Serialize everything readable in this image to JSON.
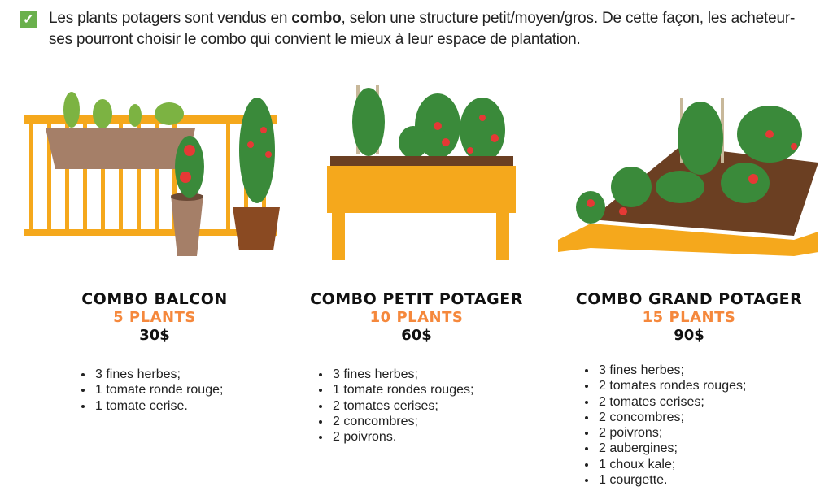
{
  "intro": {
    "before": "Les plants potagers sont vendus en ",
    "bold": "combo",
    "after": ", selon une structure petit/moyen/gros. De cette façon, les acheteur-ses pourront choisir le combo qui convient le mieux à leur espace de plantation."
  },
  "colors": {
    "accent": "#f5883c",
    "wood": "#f5a81c",
    "soil": "#7a4a2a",
    "check": "#6ab04c"
  },
  "combos": [
    {
      "title": "COMBO BALCON",
      "plants": "5 PLANTS",
      "price": "30$",
      "items": [
        "3 fines herbes;",
        "1 tomate ronde rouge;",
        "1 tomate cerise."
      ]
    },
    {
      "title": "COMBO PETIT POTAGER",
      "plants": "10 PLANTS",
      "price": "60$",
      "items": [
        "3 fines herbes;",
        "1 tomate rondes rouges;",
        "2 tomates cerises;",
        "2 concombres;",
        "2 poivrons."
      ]
    },
    {
      "title": "COMBO GRAND POTAGER",
      "plants": "15 PLANTS",
      "price": "90$",
      "items": [
        "3 fines herbes;",
        "2 tomates rondes rouges;",
        "2 tomates cerises;",
        "2 concombres;",
        "2 poivrons;",
        "2 aubergines;",
        "1 choux kale;",
        "1 courgette."
      ]
    }
  ]
}
